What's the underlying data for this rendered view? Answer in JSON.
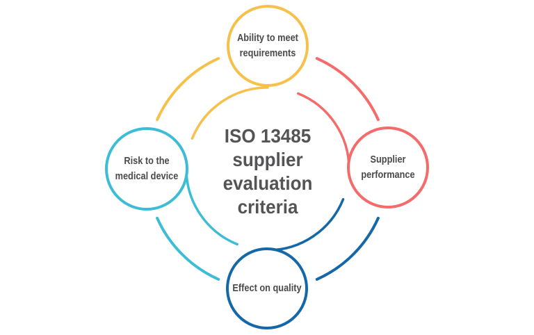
{
  "diagram": {
    "type": "cycle-diagram",
    "background": "#ffffff",
    "center_title": "ISO 13485\nsupplier\nevaluation\ncriteria",
    "title_color": "#545456",
    "label_color": "#4A4A4C",
    "nodes": [
      {
        "id": "ability-to-meet-requirements",
        "label": "Ability to meet\nrequirements",
        "color": "#F6C14B",
        "position": "top"
      },
      {
        "id": "supplier-performance",
        "label": "Supplier\nperformance",
        "color": "#F56A6A",
        "position": "right"
      },
      {
        "id": "effect-on-quality",
        "label": "Effect on quality",
        "color": "#1568A8",
        "position": "bottom"
      },
      {
        "id": "risk-to-the-medical-device",
        "label": "Risk to the\nmedical device",
        "color": "#3DBDD5",
        "position": "left"
      }
    ]
  }
}
